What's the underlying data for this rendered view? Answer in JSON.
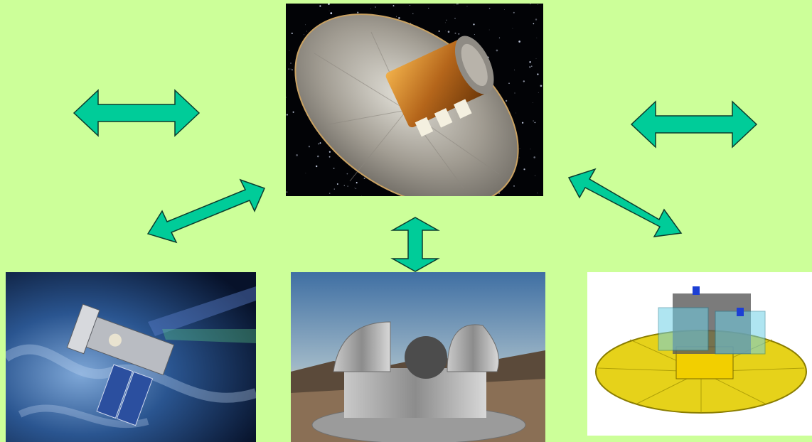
{
  "colors": {
    "background": "#ccff99",
    "arrow_fill": "#00cc99",
    "arrow_stroke": "#0b3d2e"
  },
  "images": {
    "center": "gaia-spacecraft-starfield",
    "bottom_left": "space-telescope-blue-nebula",
    "bottom_center": "extremely-large-telescope-dome",
    "bottom_right": "spacecraft-cad-model-sunshield"
  },
  "arrows": [
    "left-horizontal",
    "right-horizontal",
    "lower-left-diagonal",
    "lower-right-diagonal",
    "center-vertical"
  ]
}
